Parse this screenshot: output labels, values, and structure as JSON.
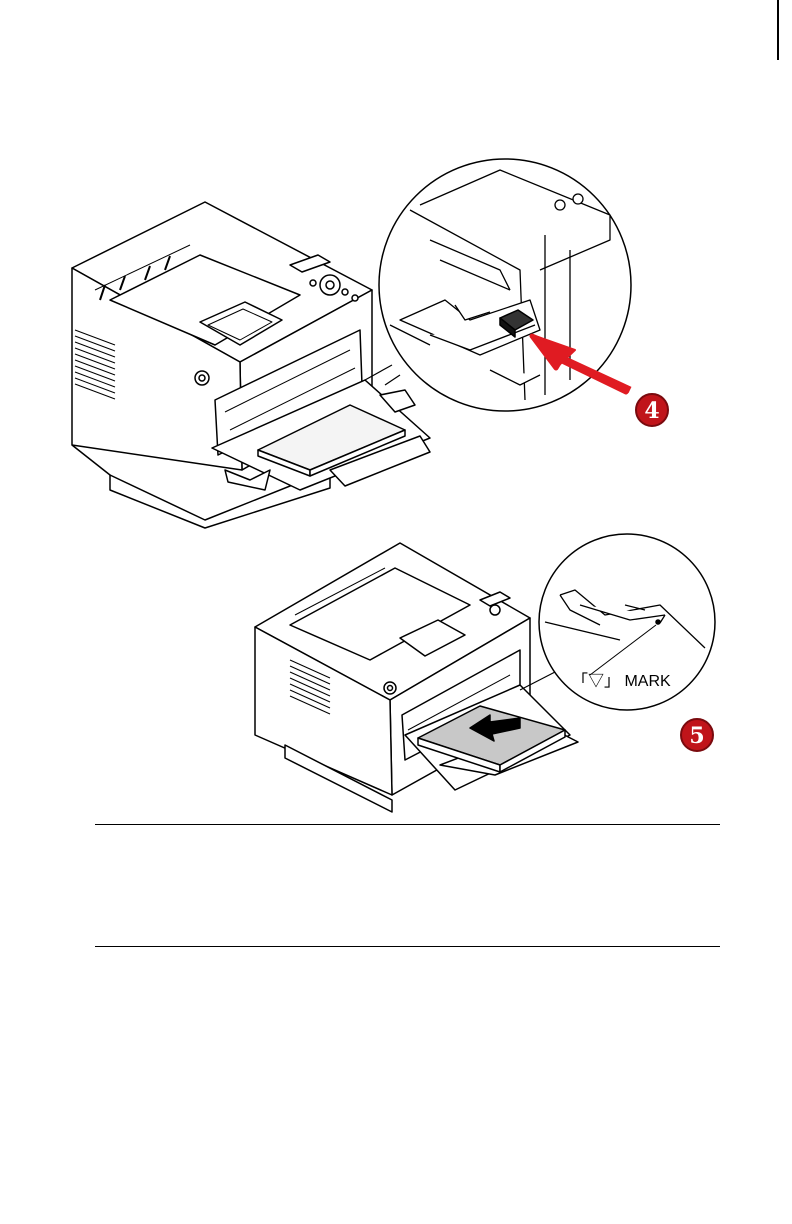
{
  "figure1": {
    "step_number": "4"
  },
  "figure2": {
    "step_number": "5",
    "mark_label": "「▽」 MARK"
  },
  "colors": {
    "step_badge": "#c0141a",
    "arrow": "#e01b22",
    "ink": "#000000",
    "paper": "#ffffff",
    "paper_fill": "#c8c8c8"
  }
}
